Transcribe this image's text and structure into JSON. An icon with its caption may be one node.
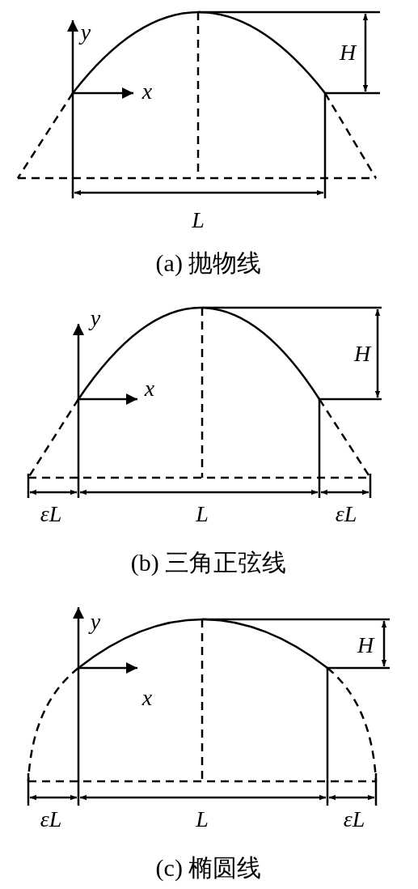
{
  "diagram": {
    "labels": [
      "y",
      "x",
      "H",
      "L",
      "(a) 抛物线",
      "y",
      "x",
      "H",
      "εL",
      "L",
      "εL",
      "(b) 三角正弦线",
      "y",
      "x",
      "H",
      "εL",
      "L",
      "εL",
      "(c) 椭圆线"
    ]
  }
}
